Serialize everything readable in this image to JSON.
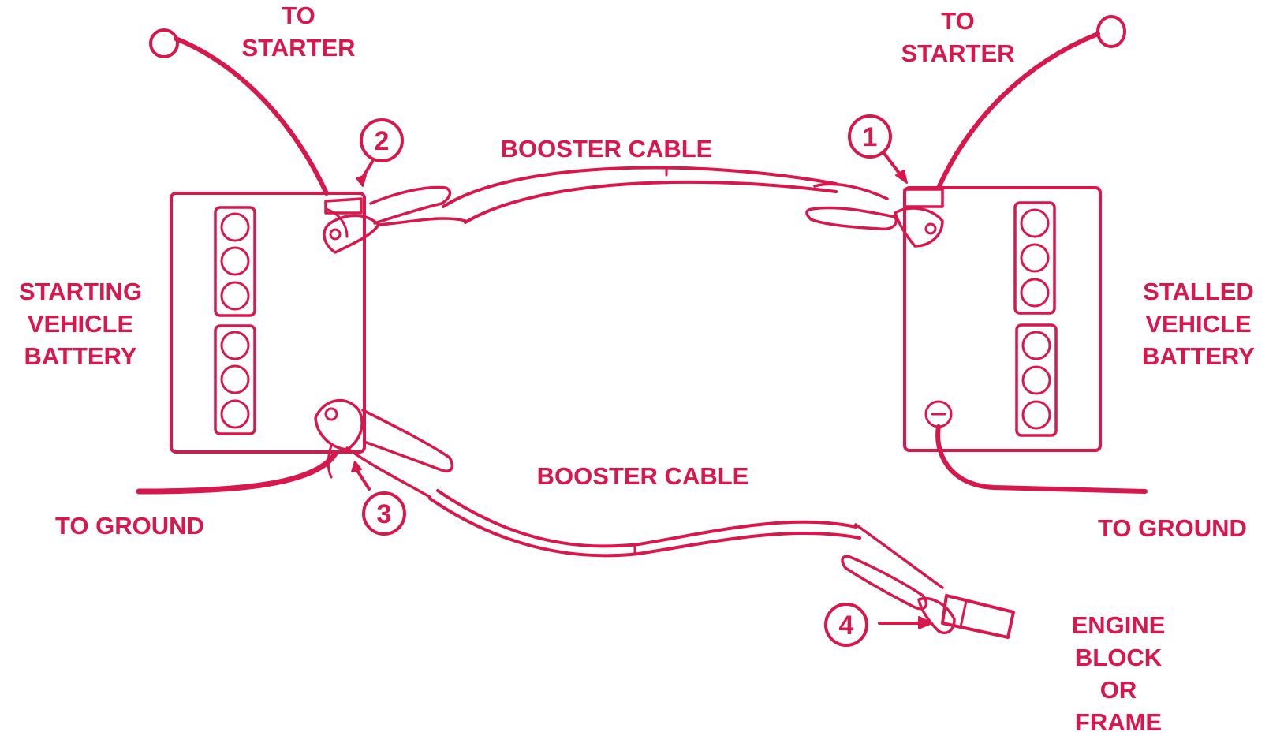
{
  "colors": {
    "ink": "#d8174d",
    "background": "#ffffff"
  },
  "labels": {
    "left_to_starter": [
      "TO",
      "STARTER"
    ],
    "right_to_starter": [
      "TO",
      "STARTER"
    ],
    "starting_battery": [
      "STARTING",
      "VEHICLE",
      "BATTERY"
    ],
    "stalled_battery": [
      "STALLED",
      "VEHICLE",
      "BATTERY"
    ],
    "booster_cable_top": "BOOSTER CABLE",
    "booster_cable_bottom": "BOOSTER CABLE",
    "left_to_ground": "TO GROUND",
    "right_to_ground": "TO GROUND",
    "engine_block": [
      "ENGINE",
      "BLOCK",
      "OR",
      "FRAME"
    ]
  },
  "steps": {
    "step1": "1",
    "step2": "2",
    "step3": "3",
    "step4": "4"
  }
}
